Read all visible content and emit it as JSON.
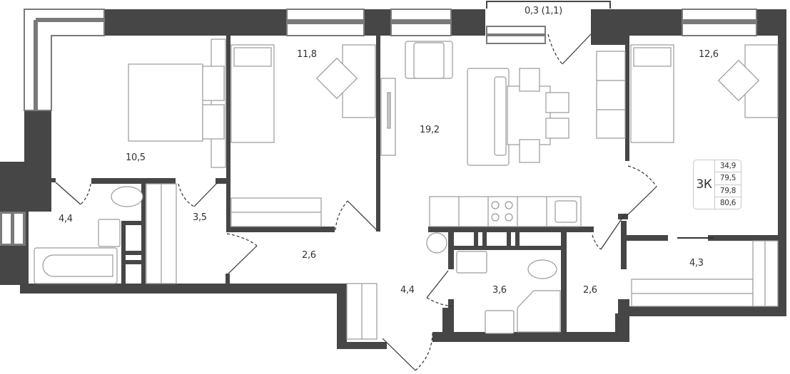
{
  "plan": {
    "apartment_type": "3К",
    "areas": {
      "living": "34,9",
      "total": "79,5",
      "total_with_balcony_coeff": "79,8",
      "total_with_balcony": "80,6"
    },
    "balcony": {
      "label": "0,3 (1,1)"
    },
    "rooms": [
      {
        "id": "bedroom-master",
        "label": "10,5"
      },
      {
        "id": "bedroom-2",
        "label": "11,8"
      },
      {
        "id": "living-room",
        "label": "19,2"
      },
      {
        "id": "bedroom-3",
        "label": "12,6"
      },
      {
        "id": "bathroom",
        "label": "4,4"
      },
      {
        "id": "wardrobe-left",
        "label": "3,5"
      },
      {
        "id": "corridor",
        "label": "2,6"
      },
      {
        "id": "hallway",
        "label": "4,4"
      },
      {
        "id": "toilet-shower",
        "label": "3,6"
      },
      {
        "id": "corridor-right",
        "label": "2,6"
      },
      {
        "id": "wardrobe-right",
        "label": "4,3"
      }
    ],
    "colors": {
      "wall": "#464646",
      "window_frame": "#7a7a7a",
      "furniture_line": "#9a9a9a",
      "text": "#333333",
      "background": "#ffffff"
    }
  }
}
